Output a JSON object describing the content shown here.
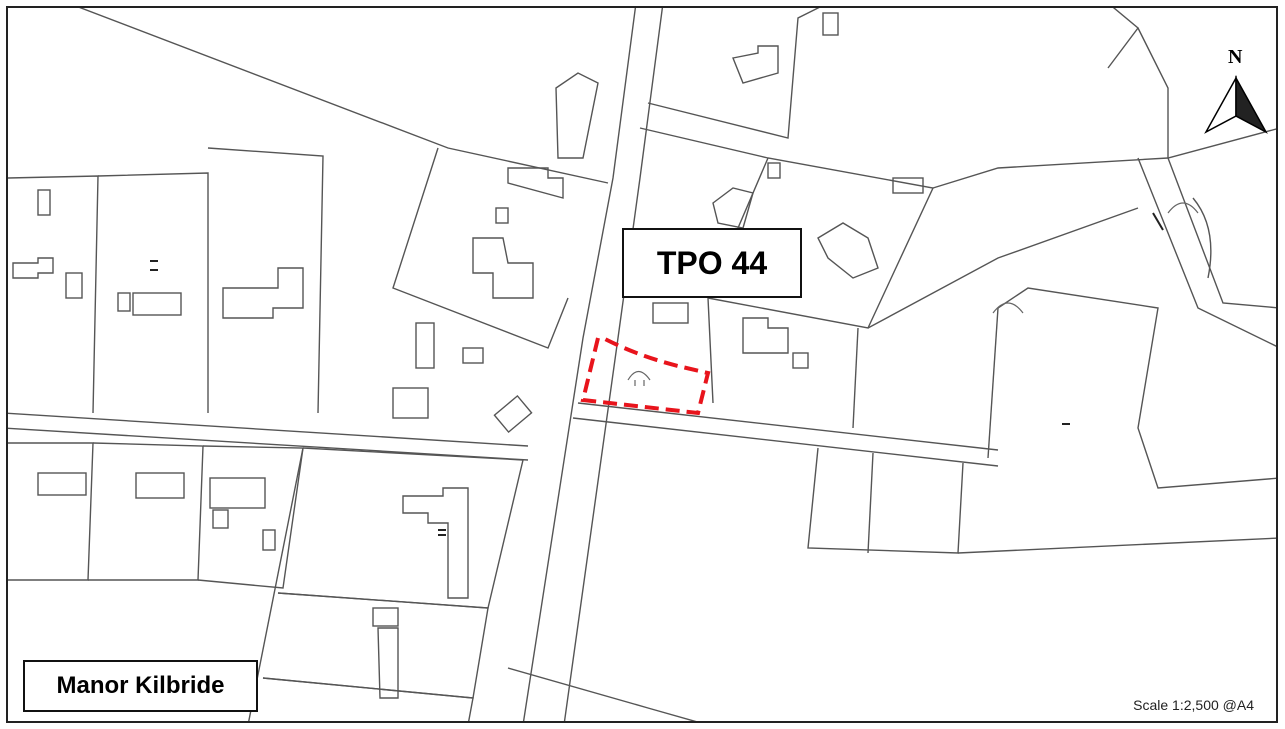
{
  "map": {
    "site_label": "TPO 44",
    "place_name": "Manor Kilbride",
    "scale": "Scale 1:2,500 @A4",
    "north": "N",
    "colors": {
      "line": "#555555",
      "tpo_boundary": "#e8141c",
      "background": "#ffffff"
    },
    "icons": [
      "north-arrow-icon",
      "tree-symbol-icon"
    ]
  }
}
